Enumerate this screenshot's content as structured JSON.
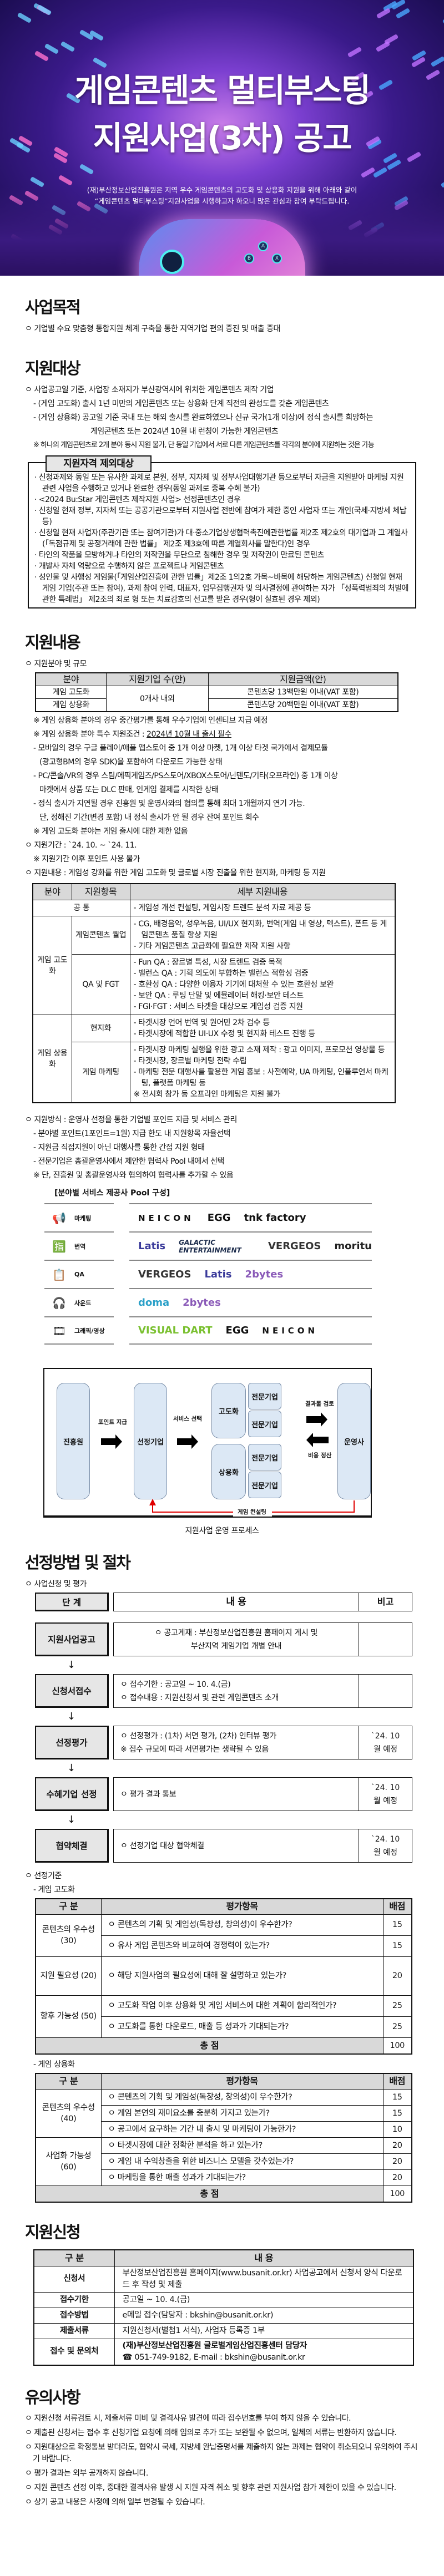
{
  "hero": {
    "title_line1": "게임콘텐츠 멀티부스팅",
    "title_line2": "지원사업(3차) 공고",
    "subtitle_line1": "(재)부산정보산업진흥원은 지역 우수 게임콘텐츠의 고도화 및 상용화 지원을 위해 아래와 같이",
    "subtitle_line2": "“게임콘텐츠 멀티부스팅”지원사업을 시행하고자 하오니 많은 관심과 참여 부탁드립니다.",
    "controller_buttons": [
      "A",
      "B",
      "X"
    ],
    "colors": {
      "bg_dark": "#140a45",
      "bg_mid": "#7b3fd0",
      "glow": "#c77be8",
      "accent_cyan": "#4cf0f0"
    }
  },
  "purpose": {
    "heading": "사업목적",
    "bullet": "ㅇ 기업별 수요 맞춤형 통합지원 체계 구축을 통한 지역기업 편의 증진 및 매출 증대"
  },
  "target": {
    "heading": "지원대상",
    "bullet": "ㅇ 사업공고일 기준, 사업장 소재지가 부산광역시에 위치한 게임콘텐츠 제작 기업",
    "sub1": "- (게임 고도화) 출시 1년 미만의 게임콘텐츠 또는 상용화 단계 직전의 완성도를 갖춘 게임콘텐츠",
    "sub2": "- (게임 상용화) 공고일 기준 국내 또는 해외 출시를 완료하였으나 신규 국가(1개 이상)에 정식 출시를 희망하는",
    "sub2_cont": "게임콘텐츠 또는 2024년 10월 내 런칭이 가능한 게임콘텐츠",
    "note": "※ 하나의 게임콘텐츠로 2개 분야 동시 지원 불가, 단 동일 기업에서 서로 다른 게임콘텐츠를 각각의 분야에 지원하는 것은 가능",
    "exclusion_title": "지원자격 제외대상",
    "exclusions": [
      "· 신청과제와 동일 또는 유사한 과제로 본원, 정부, 지자체 및 정부사업대행기관 등으로부터 자금을 지원받아 마케팅 지원 관련 사업을 수행하고 있거나 완료한 경우(동일 과제로 중복 수혜 불가)",
      "· <2024 Bu:Star 게임콘텐츠 제작지원 사업> 선정콘텐츠인 경우",
      "· 신청일 현재 정부, 지자체 또는 공공기관으로부터 지원사업 전반에 참여가 제한 중인 사업자 또는 개인(국세·지방세 체납 등)",
      "· 신청일 현재 사업자(주관기관 또는 참여기관)가 대·중소기업상생협력촉진에관한법률 제2조 제2호의 대기업과 그 계열사(「독점규제 및 공정거래에 관한 법률」 제2조 제3호에 따른 계열회사를 말한다)인 경우",
      "· 타인의 작품을 모방하거나 타인의 저작권을 무단으로 침해한 경우 및 저작권이 만료된 콘텐츠",
      "· 개발사 자체 역량으로 수행하지 않은 프로젝트나 게임콘텐츠",
      "· 성인물 및 사행성 게임물(「게임산업진흥에 관한 법률」제2조 1의2호 가목~바목에 해당하는 게임콘텐츠) 신청일 현재 게임 기업(주관 또는 참여), 과제 참여 인력, 대표자, 업무집행권자 및 의사결정에 관여하는 자가 「성폭력범죄의 처벌에 관한 특례법」 제2조의 죄로 형 또는 치료감호의 선고를 받은 경우(형이 실효된 경우 제외)"
    ]
  },
  "content": {
    "heading": "지원내용",
    "scale_label": "ㅇ 지원분야 및 규모",
    "scale_table": {
      "headers": [
        "분야",
        "지원기업 수(안)",
        "지원금액(안)"
      ],
      "rows": [
        {
          "field": "게임 고도화",
          "amount": "콘텐츠당 13백만원 이내(VAT 포함)"
        },
        {
          "field": "게임 상용화",
          "amount": "콘텐츠당 20백만원 이내(VAT 포함)"
        }
      ],
      "count": "0개사 내외"
    },
    "notes": [
      "※ 게임 상용화 분야의 경우 중간평가를 통해 우수기업에 인센티브 지급 예정"
    ],
    "special_prefix": "※ 게임 상용화 분야 특수 지원조건 : ",
    "special_underline": "2024년 10월 내 출시 필수",
    "conditions": [
      "- 모바일의 경우 구글 플레이/애플 앱스토어 중 1개 이상 마켓, 1개 이상 타겟 국가에서 결제모듈",
      "(광고형BM의 경우 SDK)을 포함하여 다운로드 가능한 상태",
      "- PC/콘솔/VR의 경우 스팀/에픽게임즈/PS스토어/XBOX스토어/닌텐도/기타(오프라인) 중 1개 이상",
      "마켓에서 상품 또는 DLC 판매, 인게임 결제를 시작한 상태",
      "- 정식 출시가 지연될 경우 진흥원 및 운영사와의 협의를 통해 최대 1개월까지 연기 가능.",
      "단, 정해진 기간(변경 포함) 내 정식 출시가 안 될 경우 잔여 포인트 회수"
    ],
    "note_enh": "※ 게임 고도화 분야는 게임 출시에 대한 제한 없음",
    "period": "ㅇ 지원기간 : `24. 10. ~ `24. 11.",
    "period_note": "※ 지원기간 이후 포인트 사용 불가",
    "detail_label": "ㅇ 지원내용 : 게임성 강화를 위한 게임 고도화 및 글로벌 시장 진출을 위한 현지화, 마케팅 등 지원",
    "detail_table": {
      "headers": [
        "분야",
        "지원항목",
        "세부 지원내용"
      ],
      "common_label": "공 통",
      "common_detail": "- 게임성 개선 컨설팅, 게임시장 트렌드 분석 자료 제공 등",
      "groups": [
        {
          "field": "게임 고도화",
          "items": [
            {
              "name": "게임콘텐츠 퀄업",
              "lines": [
                "- CG, 배경음악, 성우녹음, UI/UX 현지화, 번역(게임 내 영상, 텍스트), 폰트 등 게임콘텐츠 품질 향상 지원",
                "- 기타 게임콘텐츠 고급화에 필요한 제작 지원 사항"
              ]
            },
            {
              "name": "QA 및 FGT",
              "lines": [
                "- Fun QA : 장르별 특성, 시장 트렌드 검증 목적",
                "- 밸런스 QA : 기획 의도에 부합하는 밸런스 적합성 검증",
                "- 호환성 QA : 다양한 이용자 기기에 대처할 수 있는 호환성 보완",
                "- 보안 QA : 루팅 단말 및 에뮬레이터 해킹·보안 테스트",
                "- FGI·FGT : 서비스 타겟을 대상으로 게임성 검증 지원"
              ]
            }
          ]
        },
        {
          "field": "게임 상용화",
          "items": [
            {
              "name": "현지화",
              "lines": [
                "- 타겟시장 언어 번역 및 원어민 2차 검수 등",
                "- 타겟시장에 적합한 UI·UX 수정 및 현지화 테스트 진행 등"
              ]
            },
            {
              "name": "게임 마케팅",
              "lines": [
                "- 타겟시장 마케팅 실행을 위한 광고 소재 제작 : 광고 이미지, 프로모션 영상물 등",
                "- 타겟시장, 장르별 마케팅 전략 수립",
                "- 마케팅 전문 대행사를 활용한 게임 홍보 : 사전예약, UA 마케팅, 인플루언서 마케팅, 플랫폼 마케팅 등",
                "※ 전시회 참가 등 오프라인 마케팅은 지원 불가"
              ]
            }
          ]
        }
      ]
    },
    "method": "ㅇ 지원방식 : 운영사 선정을 통한 기업별 포인트 지급 및 서비스 관리",
    "method_items": [
      "- 분야별 포인트(1포인트=1원) 지급 한도 내 지원항목 자율선택",
      "- 지원금 직접지원이 아닌 대행사를 통한 간접 지원 형태",
      "- 전문기업은 총괄운영사에서 제안한 협력사 Pool 내에서 선택"
    ],
    "method_note": "※ 단, 진흥원 및 총괄운영사와 협의하여 협력사를 추가할 수 있음",
    "pool": {
      "title": "[분야별 서비스 제공사 Pool 구성]",
      "rows": [
        {
          "category": "마케팅",
          "icon": "megaphone-monitor-icon",
          "glyph": "📢",
          "logos": [
            "NEICON",
            "EGG",
            "tnk factory"
          ]
        },
        {
          "category": "번역",
          "icon": "translate-icon",
          "glyph": "🈯",
          "logos": [
            "Latis",
            "GALACTIC ENTERTAINMENT",
            "VERGEOS",
            "moritu"
          ]
        },
        {
          "category": "QA",
          "icon": "clipboard-check-icon",
          "glyph": "📋",
          "logos": [
            "VERGEOS",
            "Latis",
            "2bytes"
          ]
        },
        {
          "category": "사운드",
          "icon": "headphones-icon",
          "glyph": "🎧",
          "logos": [
            "doma",
            "2bytes"
          ]
        },
        {
          "category": "그래픽/영상",
          "icon": "film-reel-icon",
          "glyph": "🎞",
          "logos": [
            "VISUAL DART",
            "EGG",
            "NEICON"
          ]
        }
      ],
      "logo_colors": {
        "Latis": "#3a3a9a",
        "2bytes": "#8a5ab8",
        "doma": "#2aa0c8",
        "VISUAL DART": "#7ac030",
        "VERGEOS": "#333333",
        "GALACTIC ENTERTAINMENT": "#1a2a4a",
        "NEICON": "#111111",
        "EGG": "#111111",
        "tnk factory": "#111111",
        "moritu": "#222222"
      }
    },
    "process": {
      "nodes": {
        "agency": "진흥원",
        "company": "선정기업",
        "enhance": "고도화",
        "commercial": "상용화",
        "expert": "전문기업",
        "operator": "운영사"
      },
      "labels": {
        "point": "포인트 지급",
        "service": "서비스 선택",
        "review": "결과물 검토",
        "settle": "비용 정산",
        "consult": "게임 컨설팅"
      },
      "colors": {
        "node_fill": "#dce8f5",
        "consult_arrow": "#e00000"
      },
      "caption": "지원사업 운영 프로세스"
    }
  },
  "selection": {
    "heading": "선정방법 및 절차",
    "apply_label": "ㅇ 사업신청 및 평가",
    "head": {
      "stage": "단 계",
      "content": "내 용",
      "note": "비고"
    },
    "steps": [
      {
        "stage": "지원사업공고",
        "lines": [
          "ㅇ 공고게재 : 부산정보산업진흥원 홈페이지 게시 및",
          "부산지역 게임기업 개별 안내"
        ],
        "note": ""
      },
      {
        "stage": "신청서접수",
        "lines": [
          "ㅇ 접수기한 : 공고일 ~ 10. 4.(금)",
          "ㅇ 접수내용 : 지원신청서 및 관련 게임콘텐츠 소개"
        ],
        "note": ""
      },
      {
        "stage": "선정평가",
        "lines": [
          "ㅇ 선정평가 : (1차) 서면 평가, (2차) 인터뷰 평가",
          "※ 접수 규모에 따라 서면평가는 생략될 수 있음"
        ],
        "note": "`24. 10월 예정"
      },
      {
        "stage": "수혜기업 선정",
        "lines": [
          "ㅇ 평가 결과 통보"
        ],
        "note": "`24. 10월 예정"
      },
      {
        "stage": "협약체결",
        "lines": [
          "ㅇ 선정기업 대상 협약체결"
        ],
        "note": "`24. 10월 예정"
      }
    ],
    "criteria_label": "ㅇ 선정기준",
    "tables": [
      {
        "label": "- 게임 고도화",
        "headers": [
          "구 분",
          "평가항목",
          "배점"
        ],
        "groups": [
          {
            "name": "콘텐츠의 우수성 (30)",
            "items": [
              {
                "q": "ㅇ 콘텐츠의 기획 및 게임성(독창성, 창의성)이 우수한가?",
                "p": "15"
              },
              {
                "q": "ㅇ 유사 게임 콘텐츠와 비교하여 경쟁력이 있는가?",
                "p": "15"
              }
            ]
          },
          {
            "name": "지원 필요성 (20)",
            "items": [
              {
                "q": "ㅇ 해당 지원사업의 필요성에 대해 잘 설명하고 있는가?",
                "p": "20"
              }
            ]
          },
          {
            "name": "향후 가능성 (50)",
            "items": [
              {
                "q": "ㅇ 고도화 작업 이후 상용화 및 게임 서비스에 대한 계획이 합리적인가?",
                "p": "25"
              },
              {
                "q": "ㅇ 고도화를 통한 다운로드, 매출 등 성과가 기대되는가?",
                "p": "25"
              }
            ]
          }
        ],
        "total_label": "총 점",
        "total": "100"
      },
      {
        "label": "- 게임 상용화",
        "headers": [
          "구 분",
          "평가항목",
          "배점"
        ],
        "groups": [
          {
            "name": "콘텐츠의 우수성 (40)",
            "items": [
              {
                "q": "ㅇ 콘텐츠의 기획 및 게임성(독창성, 창의성)이 우수한가?",
                "p": "15"
              },
              {
                "q": "ㅇ 게임 본연의 재미요소를 충분히 가지고 있는가?",
                "p": "15"
              },
              {
                "q": "ㅇ 공고에서 요구하는 기간 내 출시 및 마케팅이 가능한가?",
                "p": "10"
              }
            ]
          },
          {
            "name": "사업화 가능성 (60)",
            "items": [
              {
                "q": "ㅇ 타겟시장에 대한 정확한 분석을 하고 있는가?",
                "p": "20"
              },
              {
                "q": "ㅇ 게임 내 수익창출을 위한 비즈니스 모델을 갖추었는가?",
                "p": "20"
              },
              {
                "q": "ㅇ 마케팅을 통한 매출 성과가 기대되는가?",
                "p": "20"
              }
            ]
          }
        ],
        "total_label": "총 점",
        "total": "100"
      }
    ]
  },
  "apply": {
    "heading": "지원신청",
    "headers": [
      "구 분",
      "내 용"
    ],
    "rows": [
      {
        "k": "신청서",
        "v": "부산정보산업진흥원 홈페이지(www.busanit.or.kr) 사업공고에서 신청서 양식 다운로드 후 작성 및 제출"
      },
      {
        "k": "접수기한",
        "v": "공고일 ~ 10. 4.(금)"
      },
      {
        "k": "접수방법",
        "v": "e메일 접수(담당자 : bkshin@busanit.or.kr)"
      },
      {
        "k": "제출서류",
        "v": "지원신청서(별첨1 서식), 사업자 등록증 1부"
      }
    ],
    "contact_key": "접수 및 문의처",
    "contact_org": "(재)부산정보산업진흥원 글로벌게임산업진흥센터 담당자",
    "contact_line": "☎ 051-749-9182, E-mail : bkshin@busanit.or.kr"
  },
  "notice": {
    "heading": "유의사항",
    "items": [
      "ㅇ 지원신청 서류검토 시, 제출서류 미비 및 결격사유 발견에 따라 접수번호를 부여 하지 않을 수 있습니다.",
      "ㅇ 제출된 신청서는 접수 후 신청기업 요청에 의해 임의로 추가 또는 보완될 수 없으며, 일체의 서류는 반환하지 않습니다.",
      "ㅇ 지원대상으로 확정통보 받더라도, 협약시 국세, 지방세 완납증명서를 제출하지 않는 과제는 협약이 취소되오니 유의하여 주시기 바랍니다.",
      "ㅇ 평가 결과는 외부 공개하지 않습니다.",
      "ㅇ 지원 콘텐츠 선정 이후, 중대한 결격사유 발생 시 지원 자격 취소 및 향후 관련 지원사업 참가 제한이 있을 수 있습니다.",
      "ㅇ 상기 공고 내용은 사정에 의해 일부 변경될 수 있습니다."
    ]
  }
}
